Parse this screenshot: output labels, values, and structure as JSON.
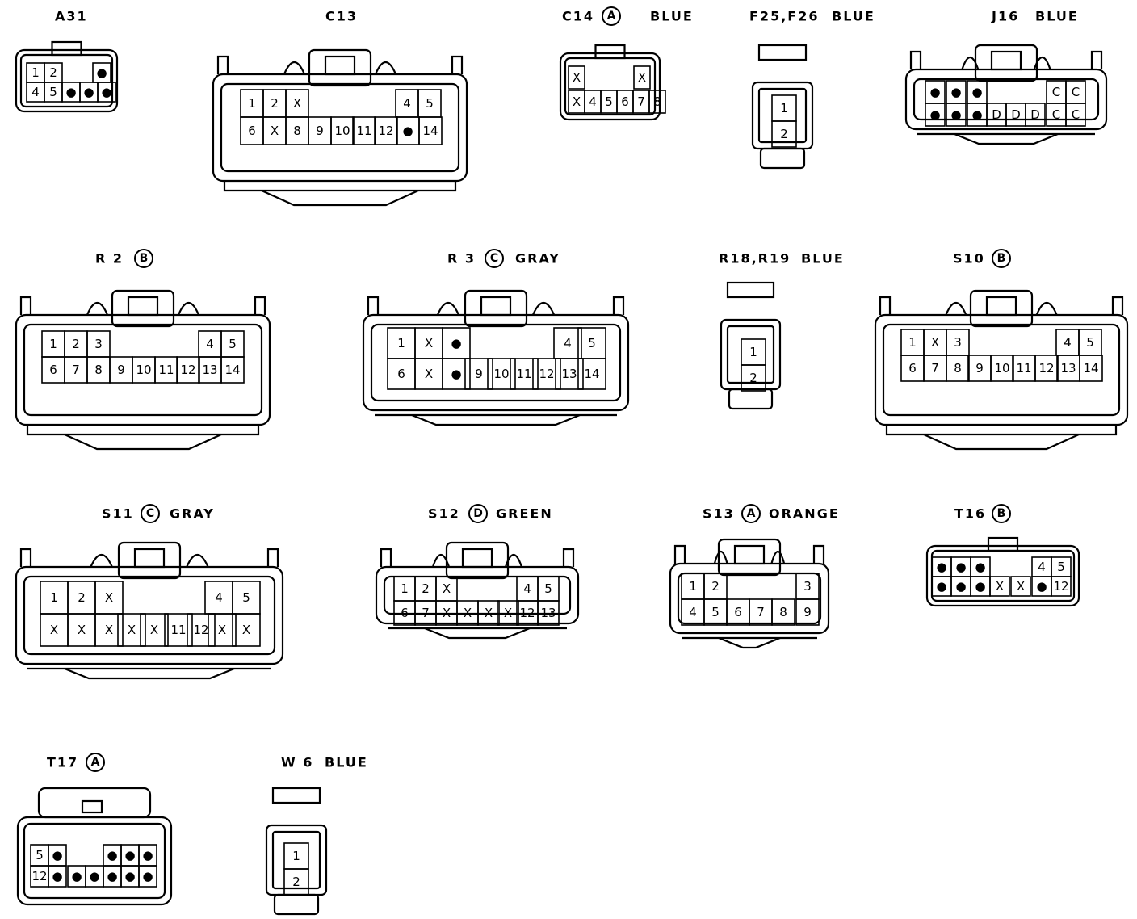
{
  "connectors": [
    {
      "id": "A31",
      "label": "A31",
      "badge": "",
      "color": "",
      "rows": [
        [
          "1",
          "2",
          "",
          "●"
        ],
        [
          "4",
          "5",
          "●",
          "●",
          "●"
        ]
      ]
    },
    {
      "id": "C13",
      "label": "C13",
      "badge": "",
      "color": "",
      "rows": [
        [
          "1",
          "2",
          "X",
          "4",
          "5"
        ],
        [
          "6",
          "X",
          "8",
          "9",
          "10",
          "11",
          "12",
          "●",
          "14"
        ]
      ]
    },
    {
      "id": "C14",
      "label": "C14",
      "badge": "A",
      "color": "BLUE",
      "rows": [
        [
          "X",
          "X"
        ],
        [
          "X",
          "4",
          "5",
          "6",
          "7",
          "8"
        ]
      ]
    },
    {
      "id": "F25F26",
      "label": "F25,F26",
      "badge": "",
      "color": "BLUE",
      "rows": [
        [
          "1"
        ],
        [
          "2"
        ]
      ]
    },
    {
      "id": "J16",
      "label": "J16",
      "badge": "",
      "color": "BLUE",
      "rows": [
        [
          "●",
          "●",
          "●",
          "C",
          "C"
        ],
        [
          "●",
          "●",
          "●",
          "D",
          "D",
          "D",
          "C",
          "C"
        ]
      ]
    },
    {
      "id": "R2",
      "label": "R 2",
      "badge": "B",
      "color": "",
      "rows": [
        [
          "1",
          "2",
          "3",
          "4",
          "5"
        ],
        [
          "6",
          "7",
          "8",
          "9",
          "10",
          "11",
          "12",
          "13",
          "14"
        ]
      ]
    },
    {
      "id": "R3",
      "label": "R 3",
      "badge": "C",
      "color": "GRAY",
      "rows": [
        [
          "1",
          "X",
          "●",
          "4",
          "5"
        ],
        [
          "6",
          "X",
          "●",
          "9",
          "10",
          "11",
          "12",
          "13",
          "14"
        ]
      ]
    },
    {
      "id": "R18R19",
      "label": "R18,R19",
      "badge": "",
      "color": "BLUE",
      "rows": [
        [
          "1"
        ],
        [
          "2"
        ]
      ]
    },
    {
      "id": "S10",
      "label": "S10",
      "badge": "B",
      "color": "",
      "rows": [
        [
          "1",
          "X",
          "3",
          "4",
          "5"
        ],
        [
          "6",
          "7",
          "8",
          "9",
          "10",
          "11",
          "12",
          "13",
          "14"
        ]
      ]
    },
    {
      "id": "S11",
      "label": "S11",
      "badge": "C",
      "color": "GRAY",
      "rows": [
        [
          "1",
          "2",
          "X",
          "4",
          "5"
        ],
        [
          "X",
          "X",
          "X",
          "X",
          "X",
          "11",
          "12",
          "X",
          "X"
        ]
      ]
    },
    {
      "id": "S12",
      "label": "S12",
      "badge": "D",
      "color": "GREEN",
      "rows": [
        [
          "1",
          "2",
          "X",
          "4",
          "5"
        ],
        [
          "6",
          "7",
          "X",
          "X",
          "X",
          "X",
          "12",
          "13"
        ]
      ]
    },
    {
      "id": "S13",
      "label": "S13",
      "badge": "A",
      "color": "ORANGE",
      "rows": [
        [
          "1",
          "2",
          "3"
        ],
        [
          "4",
          "5",
          "6",
          "7",
          "8",
          "9"
        ]
      ]
    },
    {
      "id": "T16",
      "label": "T16",
      "badge": "B",
      "color": "",
      "rows": [
        [
          "●",
          "●",
          "●",
          "4",
          "5"
        ],
        [
          "●",
          "●",
          "●",
          "X",
          "X",
          "●",
          "12"
        ]
      ]
    },
    {
      "id": "T17",
      "label": "T17",
      "badge": "A",
      "color": "",
      "rows": [
        [
          "5",
          "●",
          "●",
          "●",
          "●"
        ],
        [
          "12",
          "●",
          "●",
          "●",
          "●",
          "●",
          "●"
        ]
      ]
    },
    {
      "id": "W6",
      "label": "W 6",
      "badge": "",
      "color": "BLUE",
      "rows": [
        [
          "1"
        ],
        [
          "2"
        ]
      ]
    }
  ]
}
